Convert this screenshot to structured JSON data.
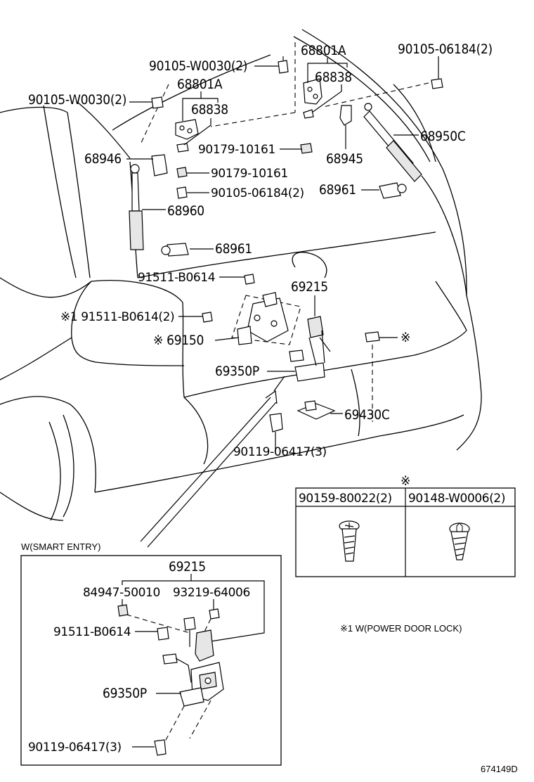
{
  "diagram_id": "674149D",
  "callouts": {
    "bolt_w0030_a": "90105-W0030(2)",
    "bolt_w0030_b": "90105-W0030(2)",
    "bolt_06184_right": "90105-06184(2)",
    "bolt_06184_left": "90105-06184(2)",
    "hinge_68801a_right": "68801A",
    "hinge_68801a_left": "68801A",
    "hinge_68838_right": "68838",
    "hinge_68838_left": "68838",
    "stay_68950c": "68950C",
    "stay_68960": "68960",
    "bracket_68946": "68946",
    "bracket_68945": "68945",
    "nut_10161_right": "90179-10161",
    "nut_10161_left": "90179-10161",
    "ball_68961_right": "68961",
    "ball_68961_left": "68961",
    "screw_b0614": "91511-B0614",
    "screw_b0614_x": "※1 91511-B0614(2)",
    "switch_69215": "69215",
    "lock_69150": "※ 69150",
    "lock_69350p": "69350P",
    "striker_69430c": "69430C",
    "bolt_06417": "90119-06417(3)"
  },
  "screw_table": {
    "marker": "※",
    "columns": [
      "90159-80022(2)",
      "90148-W0006(2)"
    ]
  },
  "note_power_door_lock": "※1 W(POWER DOOR LOCK)",
  "smart_entry_box": {
    "title": "W(SMART ENTRY)",
    "switch": "69215",
    "part_84947": "84947-50010",
    "part_93219": "93219-64006",
    "screw": "91511-B0614",
    "lock": "69350P",
    "bolt": "90119-06417(3)"
  }
}
